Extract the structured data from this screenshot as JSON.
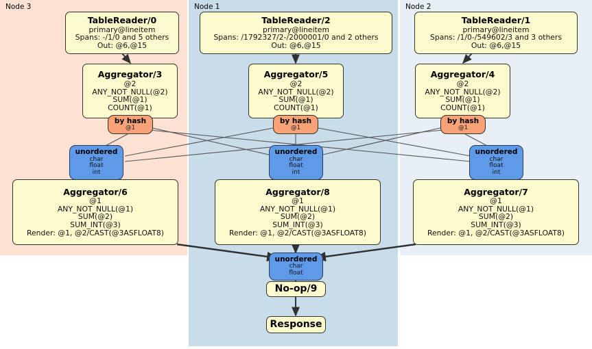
{
  "panels": [
    {
      "label": "Node 3",
      "color": "#fde2d4"
    },
    {
      "label": "Node 1",
      "color": "#c9dcea"
    },
    {
      "label": "Node 2",
      "color": "#e8eff7"
    }
  ],
  "nodes": {
    "table_reader_0": {
      "title": "TableReader/0",
      "lines": [
        "primary@lineitem",
        "Spans: -/1/0 and 5 others",
        "Out: @6,@15"
      ]
    },
    "table_reader_2": {
      "title": "TableReader/2",
      "lines": [
        "primary@lineitem",
        "Spans: /1792327/2-/2000001/0 and 2 others",
        "Out: @6,@15"
      ]
    },
    "table_reader_1": {
      "title": "TableReader/1",
      "lines": [
        "primary@lineitem",
        "Spans: /1/0-/549602/3 and 3 others",
        "Out: @6,@15"
      ]
    },
    "aggregator_3": {
      "title": "Aggregator/3",
      "lines": [
        "@2",
        "ANY_NOT_NULL(@2)",
        "SUM(@1)",
        "COUNT(@1)"
      ]
    },
    "aggregator_5": {
      "title": "Aggregator/5",
      "lines": [
        "@2",
        "ANY_NOT_NULL(@2)",
        "SUM(@1)",
        "COUNT(@1)"
      ]
    },
    "aggregator_4": {
      "title": "Aggregator/4",
      "lines": [
        "@2",
        "ANY_NOT_NULL(@2)",
        "SUM(@1)",
        "COUNT(@1)"
      ]
    },
    "aggregator_6": {
      "title": "Aggregator/6",
      "lines": [
        "@1",
        "ANY_NOT_NULL(@1)",
        "SUM(@2)",
        "SUM_INT(@3)",
        "Render: @1, @2/CAST(@3ASFLOAT8)"
      ]
    },
    "aggregator_8": {
      "title": "Aggregator/8",
      "lines": [
        "@1",
        "ANY_NOT_NULL(@1)",
        "SUM(@2)",
        "SUM_INT(@3)",
        "Render: @1, @2/CAST(@3ASFLOAT8)"
      ]
    },
    "aggregator_7": {
      "title": "Aggregator/7",
      "lines": [
        "@1",
        "ANY_NOT_NULL(@1)",
        "SUM(@2)",
        "SUM_INT(@3)",
        "Render: @1, @2/CAST(@3ASFLOAT8)"
      ]
    },
    "by_hash_left": {
      "title": "by hash",
      "lines": [
        "@1"
      ]
    },
    "by_hash_center": {
      "title": "by hash",
      "lines": [
        "@1"
      ]
    },
    "by_hash_right": {
      "title": "by hash",
      "lines": [
        "@1"
      ]
    },
    "unordered_left": {
      "title": "unordered",
      "lines": [
        "char",
        "float",
        "int"
      ]
    },
    "unordered_center": {
      "title": "unordered",
      "lines": [
        "char",
        "float",
        "int"
      ]
    },
    "unordered_right": {
      "title": "unordered",
      "lines": [
        "char",
        "float",
        "int"
      ]
    },
    "unordered_final": {
      "title": "unordered",
      "lines": [
        "char",
        "float"
      ]
    },
    "noop_9": {
      "title": "No-op/9"
    },
    "response": {
      "title": "Response"
    }
  }
}
